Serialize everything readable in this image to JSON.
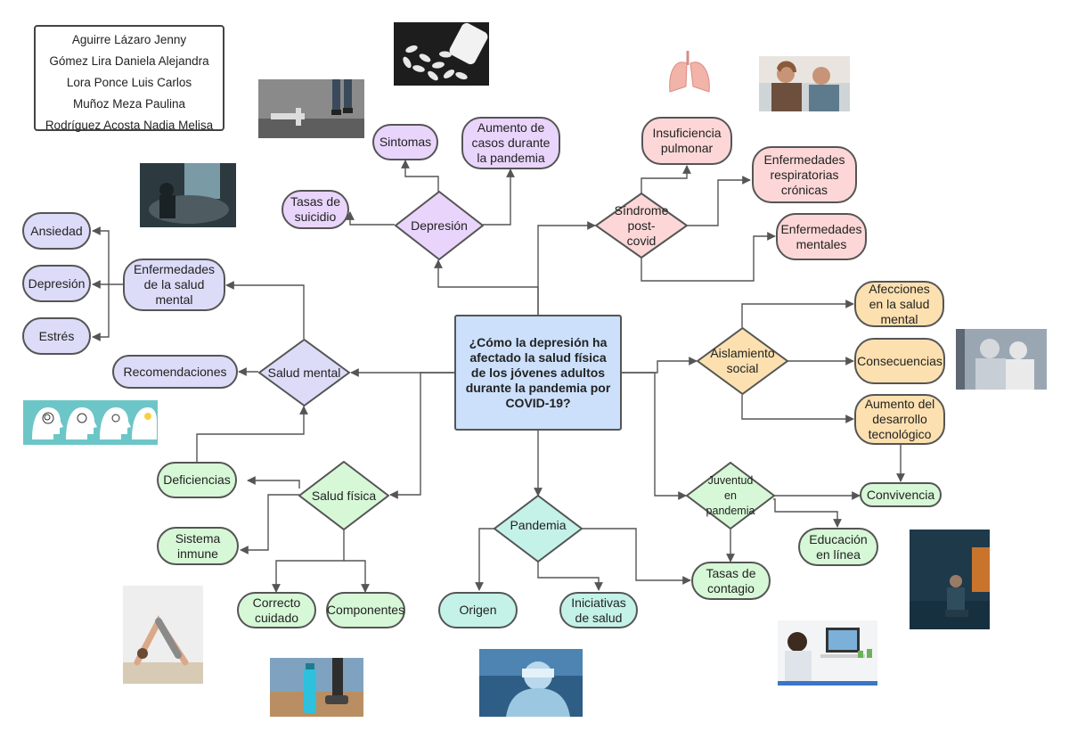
{
  "authors": [
    "Aguirre Lázaro Jenny",
    "Gómez Lira Daniela Alejandra",
    "Lora Ponce Luis Carlos",
    "Muñoz Meza Paulina",
    "Rodríguez Acosta Nadia Melisa"
  ],
  "central_question": "¿Cómo la depresión ha afectado la salud física de los jóvenes adultos durante la pandemia por COVID-19?",
  "colors": {
    "central": "#cce0fb",
    "depresion": "#e9d5fb",
    "salud_mental": "#dcdcf9",
    "sindrome": "#fdd7d7",
    "aislamiento": "#fde0b0",
    "juventud": "#d7f8d7",
    "salud_fisica": "#d7f8d7",
    "pandemia": "#c4f2e8",
    "connector": "#555555"
  },
  "depresion": {
    "label": "Depresión",
    "children": [
      "Sintomas",
      "Aumento de casos durante la pandemia",
      "Tasas de suicidio"
    ]
  },
  "salud_mental": {
    "label": "Salud mental",
    "enfermedades": "Enfermedades de la salud mental",
    "enfermedades_children": [
      "Ansiedad",
      "Depresión",
      "Estrés"
    ],
    "recomendaciones": "Recomendaciones"
  },
  "sindrome": {
    "label": "Síndrome post-covid",
    "children": [
      "Insuficiencia pulmonar",
      "Enfermedades respiratorias crónicas",
      "Enfermedades mentales"
    ]
  },
  "aislamiento": {
    "label": "Aislamiento social",
    "children": [
      "Afecciones en la salud mental",
      "Consecuencias",
      "Aumento del desarrollo tecnológico"
    ]
  },
  "juventud": {
    "label": "Juventud en pandemia",
    "children": [
      "Convivencia",
      "Educación en línea",
      "Tasas de contagio"
    ]
  },
  "salud_fisica": {
    "label": "Salud física",
    "children": [
      "Deficiencias",
      "Sistema inmune",
      "Correcto cuidado",
      "Componentes"
    ]
  },
  "pandemia": {
    "label": "Pandemia",
    "children": [
      "Origen",
      "Iniciativas de salud"
    ]
  }
}
